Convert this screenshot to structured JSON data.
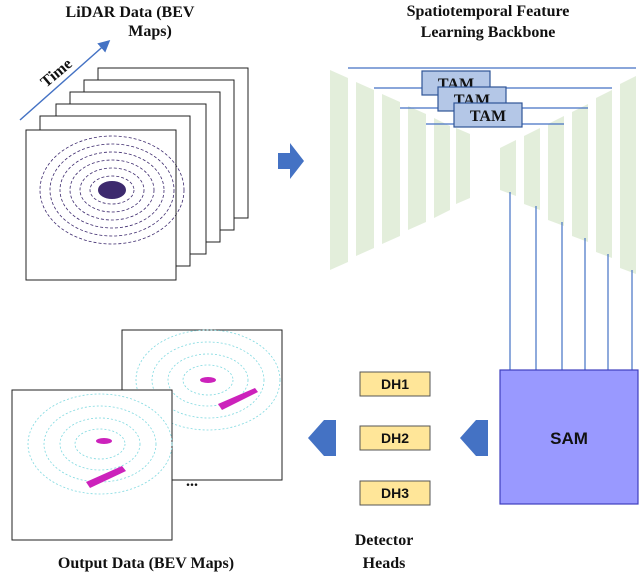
{
  "input": {
    "title_line1": "LiDAR Data (BEV",
    "title_line2": "Maps)",
    "time_label": "Time"
  },
  "backbone": {
    "title_line1": "Spatiotemporal Feature",
    "title_line2": "Learning Backbone",
    "tam_labels": [
      "TAM",
      "TAM",
      "TAM"
    ]
  },
  "sam": {
    "label": "SAM"
  },
  "detector": {
    "heads": [
      "DH1",
      "DH2",
      "DH3"
    ],
    "title_line1": "Detector",
    "title_line2": "Heads"
  },
  "output": {
    "title": "Output Data (BEV Maps)",
    "ellipsis": "..."
  },
  "colors": {
    "arrow": "#4472c4",
    "encoder": "#e3eedb",
    "tam_box": "#b4c7e7",
    "sam_box": "#9999ff",
    "dh_box": "#ffe699",
    "lidar": "#3d2a6e",
    "output_points": "#7fd9e0",
    "detection": "#cc22bb"
  }
}
